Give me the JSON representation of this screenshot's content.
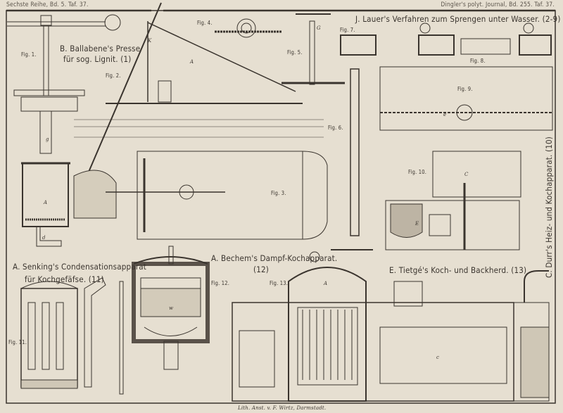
{
  "header": {
    "left": "Sechste Reihe, Bd. 5. Taf. 37.",
    "right": "Dingler's polyt. Journal, Bd. 255. Taf. 37."
  },
  "titles": {
    "ballabene": "B. Ballabene's Presse",
    "ballabene_sub": "für sog. Lignit. (1)",
    "lauer": "J. Lauer's Verfahren zum Sprengen unter Wasser. (2-9)",
    "durr": "C. Durr's Heiz- und Kochapparat. (10)",
    "senking": "A. Senking's Condensationsapparat",
    "senking_sub": "für Kochgefäfse. (11)",
    "bechem": "A. Bechem's Dampf-Kochapparat.",
    "bechem_num": "(12)",
    "tietge": "E. Tietgé's Koch- und Backherd. (13)"
  },
  "figures": [
    "Fig. 1.",
    "Fig. 2.",
    "Fig. 3.",
    "Fig. 4.",
    "Fig. 5.",
    "Fig. 6.",
    "Fig. 7.",
    "Fig. 8.",
    "Fig. 9.",
    "Fig. 10.",
    "Fig. 11.",
    "Fig. 12.",
    "Fig. 13."
  ],
  "footer": {
    "imprint": "Lith. Anst. v. F. Wirtz, Darmstadt."
  },
  "colors": {
    "paper": "#e6dfd1",
    "ink": "#3a342e"
  }
}
